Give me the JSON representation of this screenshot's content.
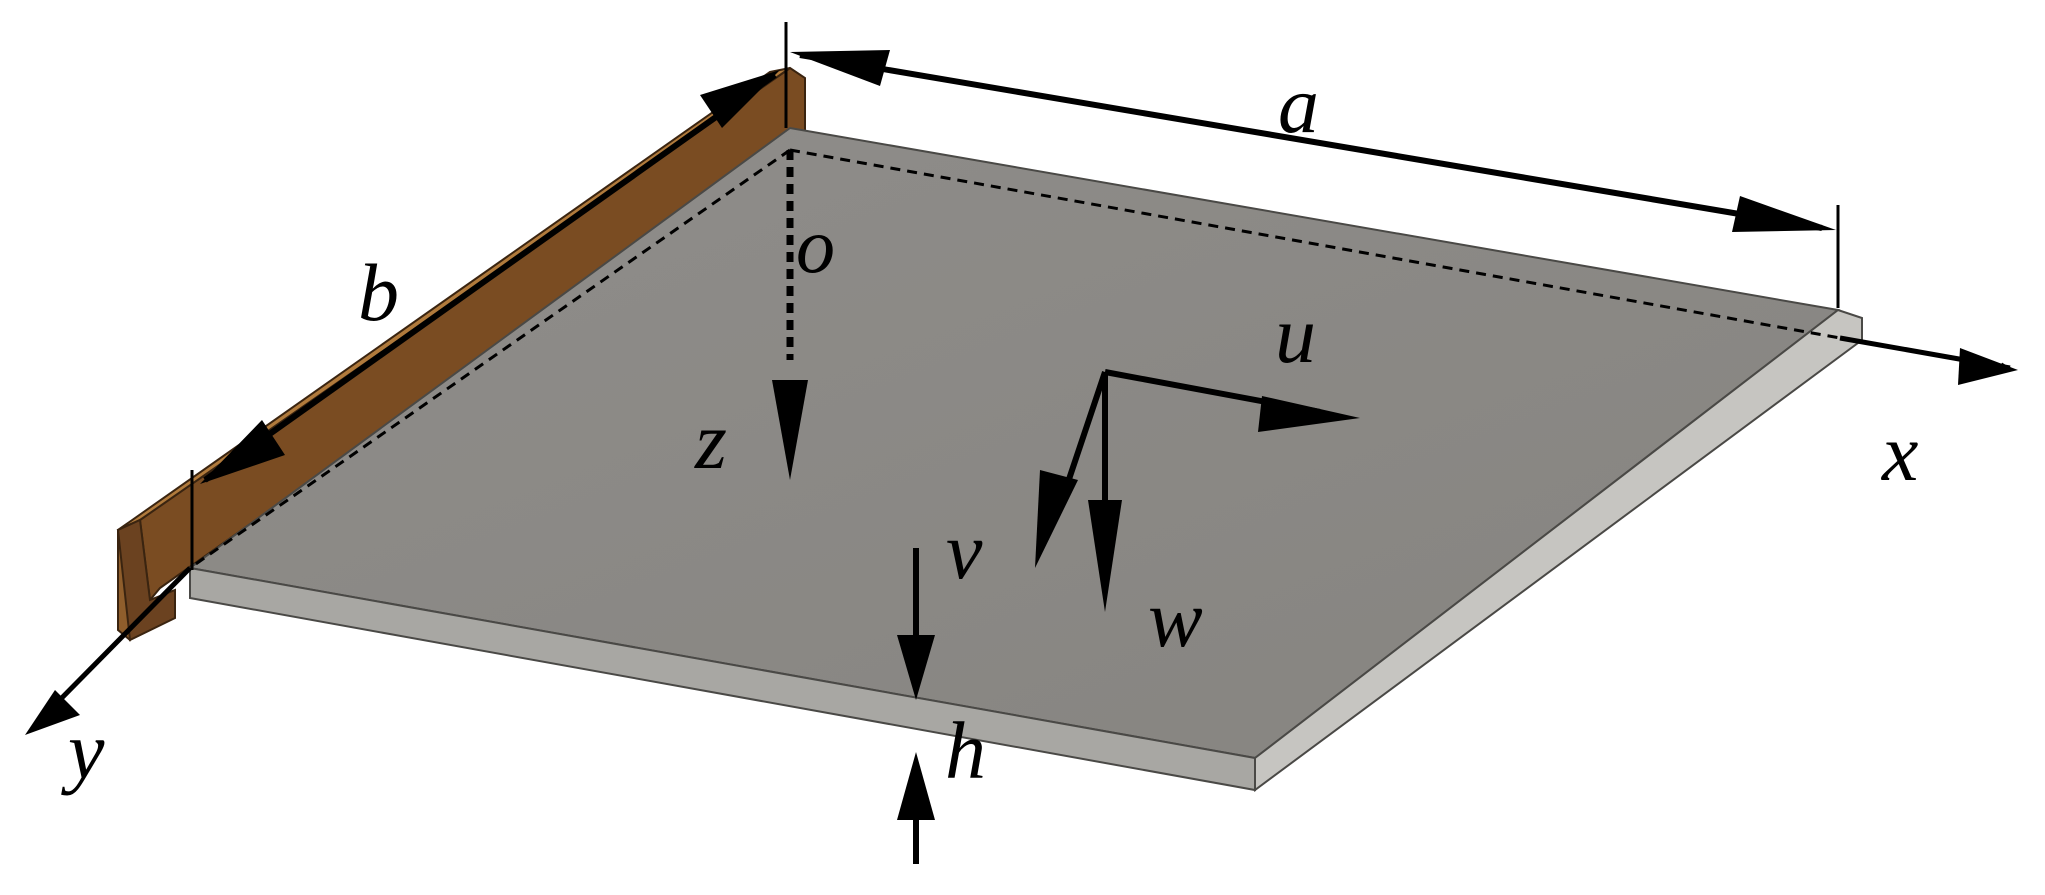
{
  "labels": {
    "a": "a",
    "b": "b",
    "o": "o",
    "x": "x",
    "y": "y",
    "z": "z",
    "u": "u",
    "v": "v",
    "w": "w",
    "h": "h"
  },
  "colors": {
    "plate_top": "#8d8b88",
    "plate_edge": "#b9b8b5",
    "clamp": "#8a5a2b",
    "ink": "#000000"
  }
}
